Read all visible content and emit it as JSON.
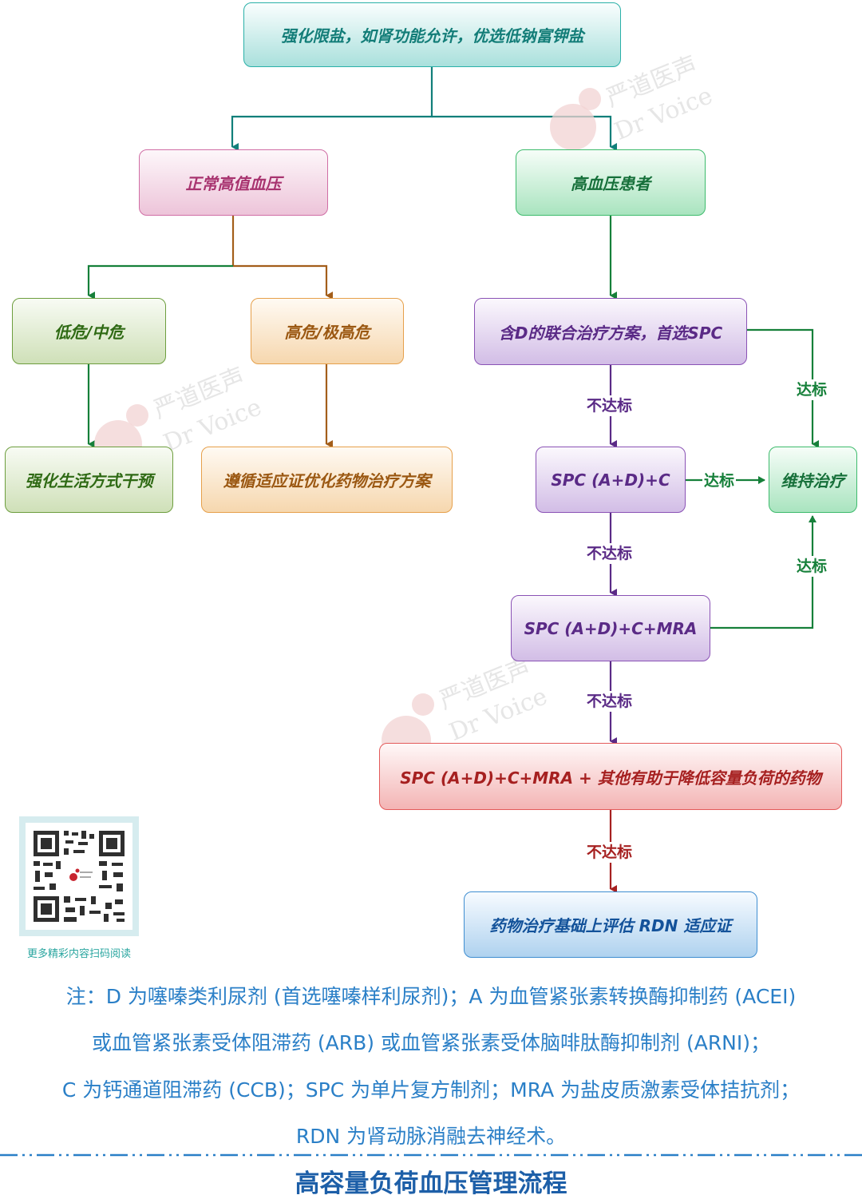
{
  "diagram": {
    "title": "高容量负荷血压管理流程",
    "nodes": {
      "top": "强化限盐，如肾功能允许，优选低钠富钾盐",
      "normal_high_bp": "正常高值血压",
      "hypertension_patient": "高血压患者",
      "low_mid_risk": "低危/中危",
      "high_very_high_risk": "高危/极高危",
      "lifestyle": "强化生活方式干预",
      "indicated_drug": "遵循适应证优化药物治疗方案",
      "d_combo": "含D的联合治疗方案，首选SPC",
      "spc_c": "SPC (A+D)+C",
      "maintain": "维持治疗",
      "spc_c_mra": "SPC (A+D)+C+MRA",
      "spc_c_mra_other": "SPC (A+D)+C+MRA + 其他有助于降低容量负荷的药物",
      "rdn": "药物治疗基础上评估 RDN 适应证"
    },
    "edge_labels": {
      "fail_1": "不达标",
      "fail_2": "不达标",
      "fail_3": "不达标",
      "fail_4": "不达标",
      "pass_1": "达标",
      "pass_2": "达标",
      "pass_3": "达标"
    },
    "colors": {
      "teal": "#137d78",
      "pink": "#a8336f",
      "green": "#16703a",
      "orange": "#9b5812",
      "purple": "#5a2a86",
      "red": "#a62020",
      "blue": "#13529a",
      "note_text": "#2a7fc7"
    }
  },
  "watermark": {
    "cn": "严道医声",
    "en": "Dr Voice"
  },
  "qr": {
    "caption": "更多精彩内容扫码阅读",
    "icon": "qr-code-icon"
  },
  "notes": {
    "line1": "注：D 为噻嗪类利尿剂 (首选噻嗪样利尿剂)；A 为血管紧张素转换酶抑制药 (ACEI)",
    "line2": "或血管紧张素受体阻滞药 (ARB) 或血管紧张素受体脑啡肽酶抑制剂 (ARNI)；",
    "line3": "C 为钙通道阻滞药 (CCB)；SPC 为单片复方制剂；MRA 为盐皮质激素受体拮抗剂；",
    "line4": "RDN 为肾动脉消融去神经术。"
  }
}
